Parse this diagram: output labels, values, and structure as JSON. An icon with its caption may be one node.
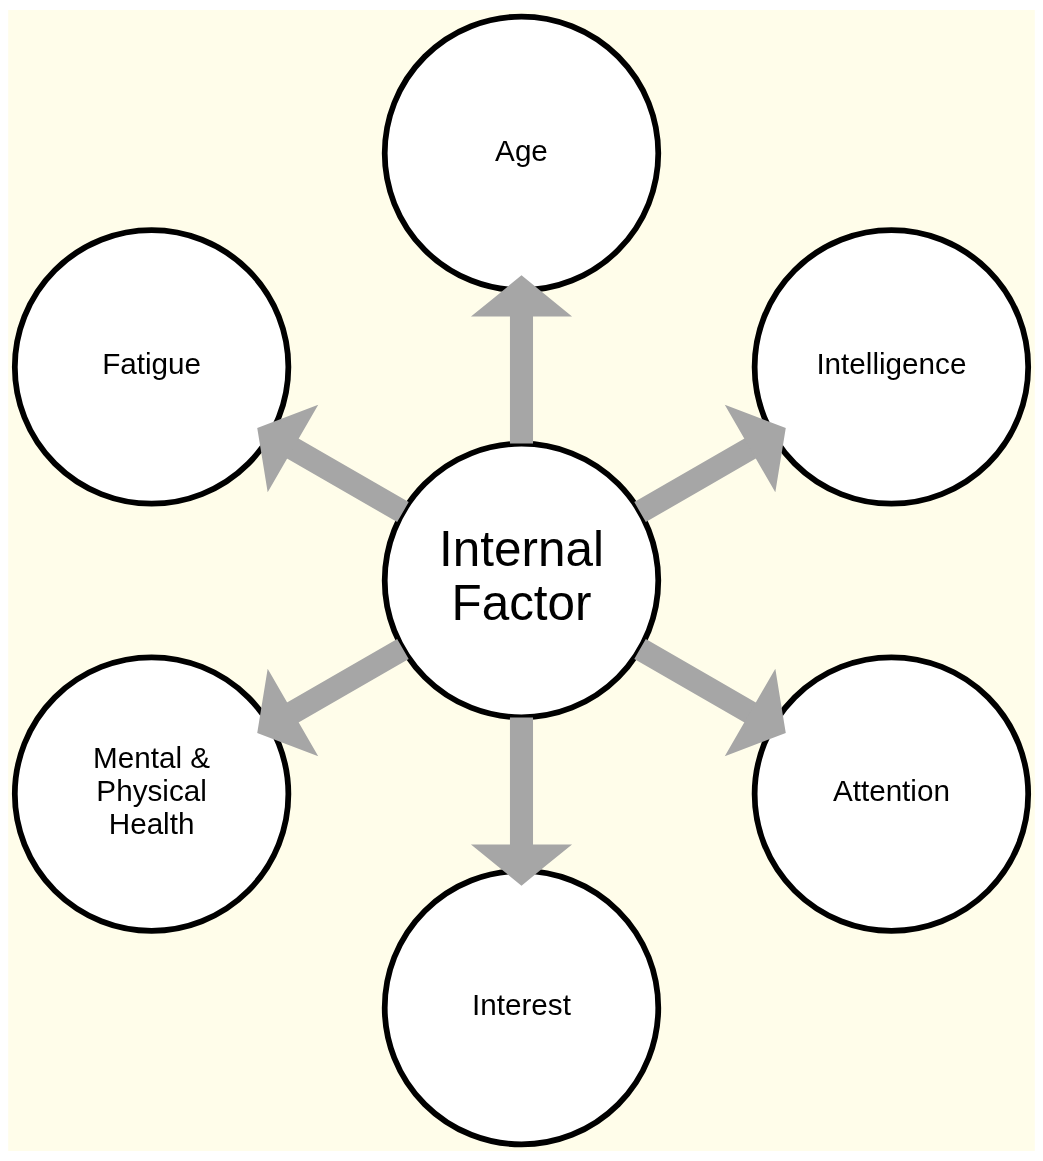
{
  "diagram": {
    "nodes": [
      {
        "text": [
          "Internal Factor"
        ]
      },
      {
        "text": [
          "Age"
        ]
      },
      {
        "text": [
          "Intelligence"
        ]
      },
      {
        "text": [
          "Attention"
        ]
      },
      {
        "text": [
          "Interest"
        ]
      },
      {
        "text": [
          "Mental & Physical Health"
        ]
      },
      {
        "text": [
          "Fatigue"
        ]
      }
    ],
    "edges": [
      {
        "from": 0,
        "to": 1,
        "arrow": "to"
      },
      {
        "from": 0,
        "to": 2,
        "arrow": "to"
      },
      {
        "from": 0,
        "to": 3,
        "arrow": "to"
      },
      {
        "from": 0,
        "to": 4,
        "arrow": "to"
      },
      {
        "from": 0,
        "to": 5,
        "arrow": "to"
      },
      {
        "from": 0,
        "to": 6,
        "arrow": "to"
      }
    ]
  }
}
